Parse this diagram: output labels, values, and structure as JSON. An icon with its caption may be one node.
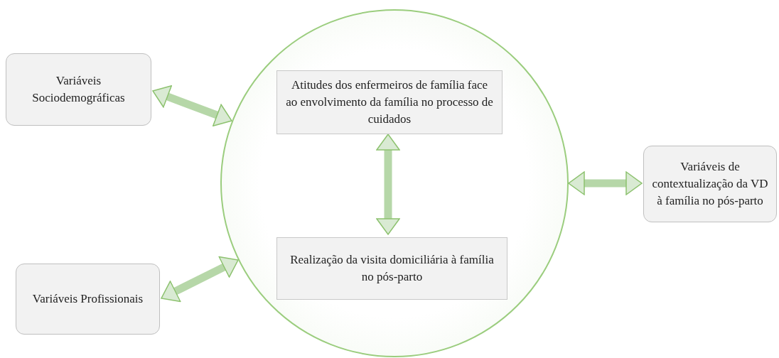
{
  "diagram": {
    "nodes": [
      {
        "text": [],
        "shape": "circle"
      },
      {
        "text": [
          "Atitudes dos enfermeiros de família face ao envolvimento da família no processo de cuidados"
        ],
        "in": 0
      },
      {
        "text": [
          "Realização da visita domiciliária à família no pós-parto"
        ],
        "in": 0
      },
      {
        "text": [
          "Variáveis Sociodemográficas"
        ]
      },
      {
        "text": [
          "Variáveis Profissionais"
        ]
      },
      {
        "text": [
          "Variáveis de contextualização da VD à família no pós-parto"
        ]
      }
    ],
    "edges": [
      {
        "from": 3,
        "to": 0,
        "arrow": "both"
      },
      {
        "from": 1,
        "to": 2,
        "arrow": "both"
      },
      {
        "from": 0,
        "to": 5,
        "arrow": "both"
      },
      {
        "from": 4,
        "to": 0,
        "arrow": "both"
      }
    ]
  }
}
